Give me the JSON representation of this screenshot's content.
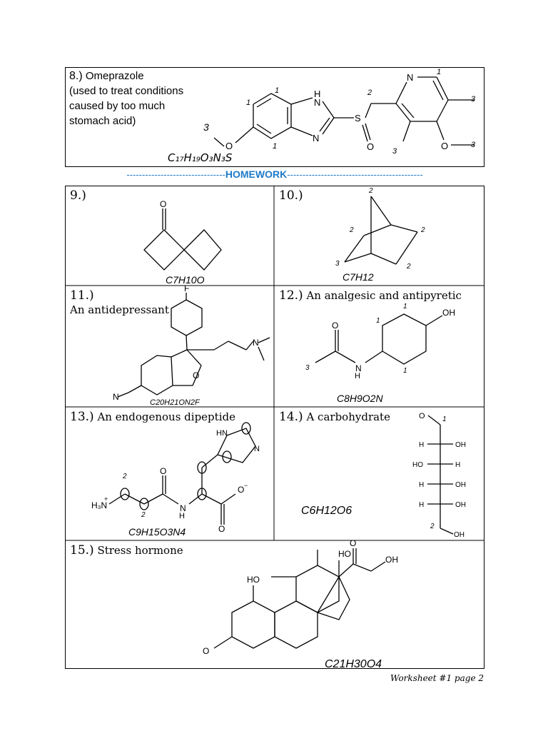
{
  "header_question": {
    "number": "8.)",
    "name": "Omeprazole",
    "description": "(used to treat conditions caused by too much stomach acid)",
    "formula": "C17H19O3N3S"
  },
  "divider": {
    "dashes_left": "--------------------------------",
    "label": "HOMEWORK",
    "dashes_right": "--------------------------------------------"
  },
  "questions": [
    {
      "number": "9.)",
      "description": "",
      "formula": "C7H10O"
    },
    {
      "number": "10.)",
      "description": "",
      "formula": "C7H12"
    },
    {
      "number": "11.)",
      "description": "An antidepressant",
      "formula": "C20H21ON2F"
    },
    {
      "number": "12.)",
      "description": "An analgesic and antipyretic",
      "formula": "C8H9O2N"
    },
    {
      "number": "13.)",
      "description": "An endogenous dipeptide",
      "formula": "C9H15O3N4"
    },
    {
      "number": "14.)",
      "description": "A carbohydrate",
      "formula": "C6H12O6"
    },
    {
      "number": "15.)",
      "description": "Stress hormone",
      "formula": "C21H30O4"
    }
  ],
  "footer": "Worksheet #1 page 2"
}
